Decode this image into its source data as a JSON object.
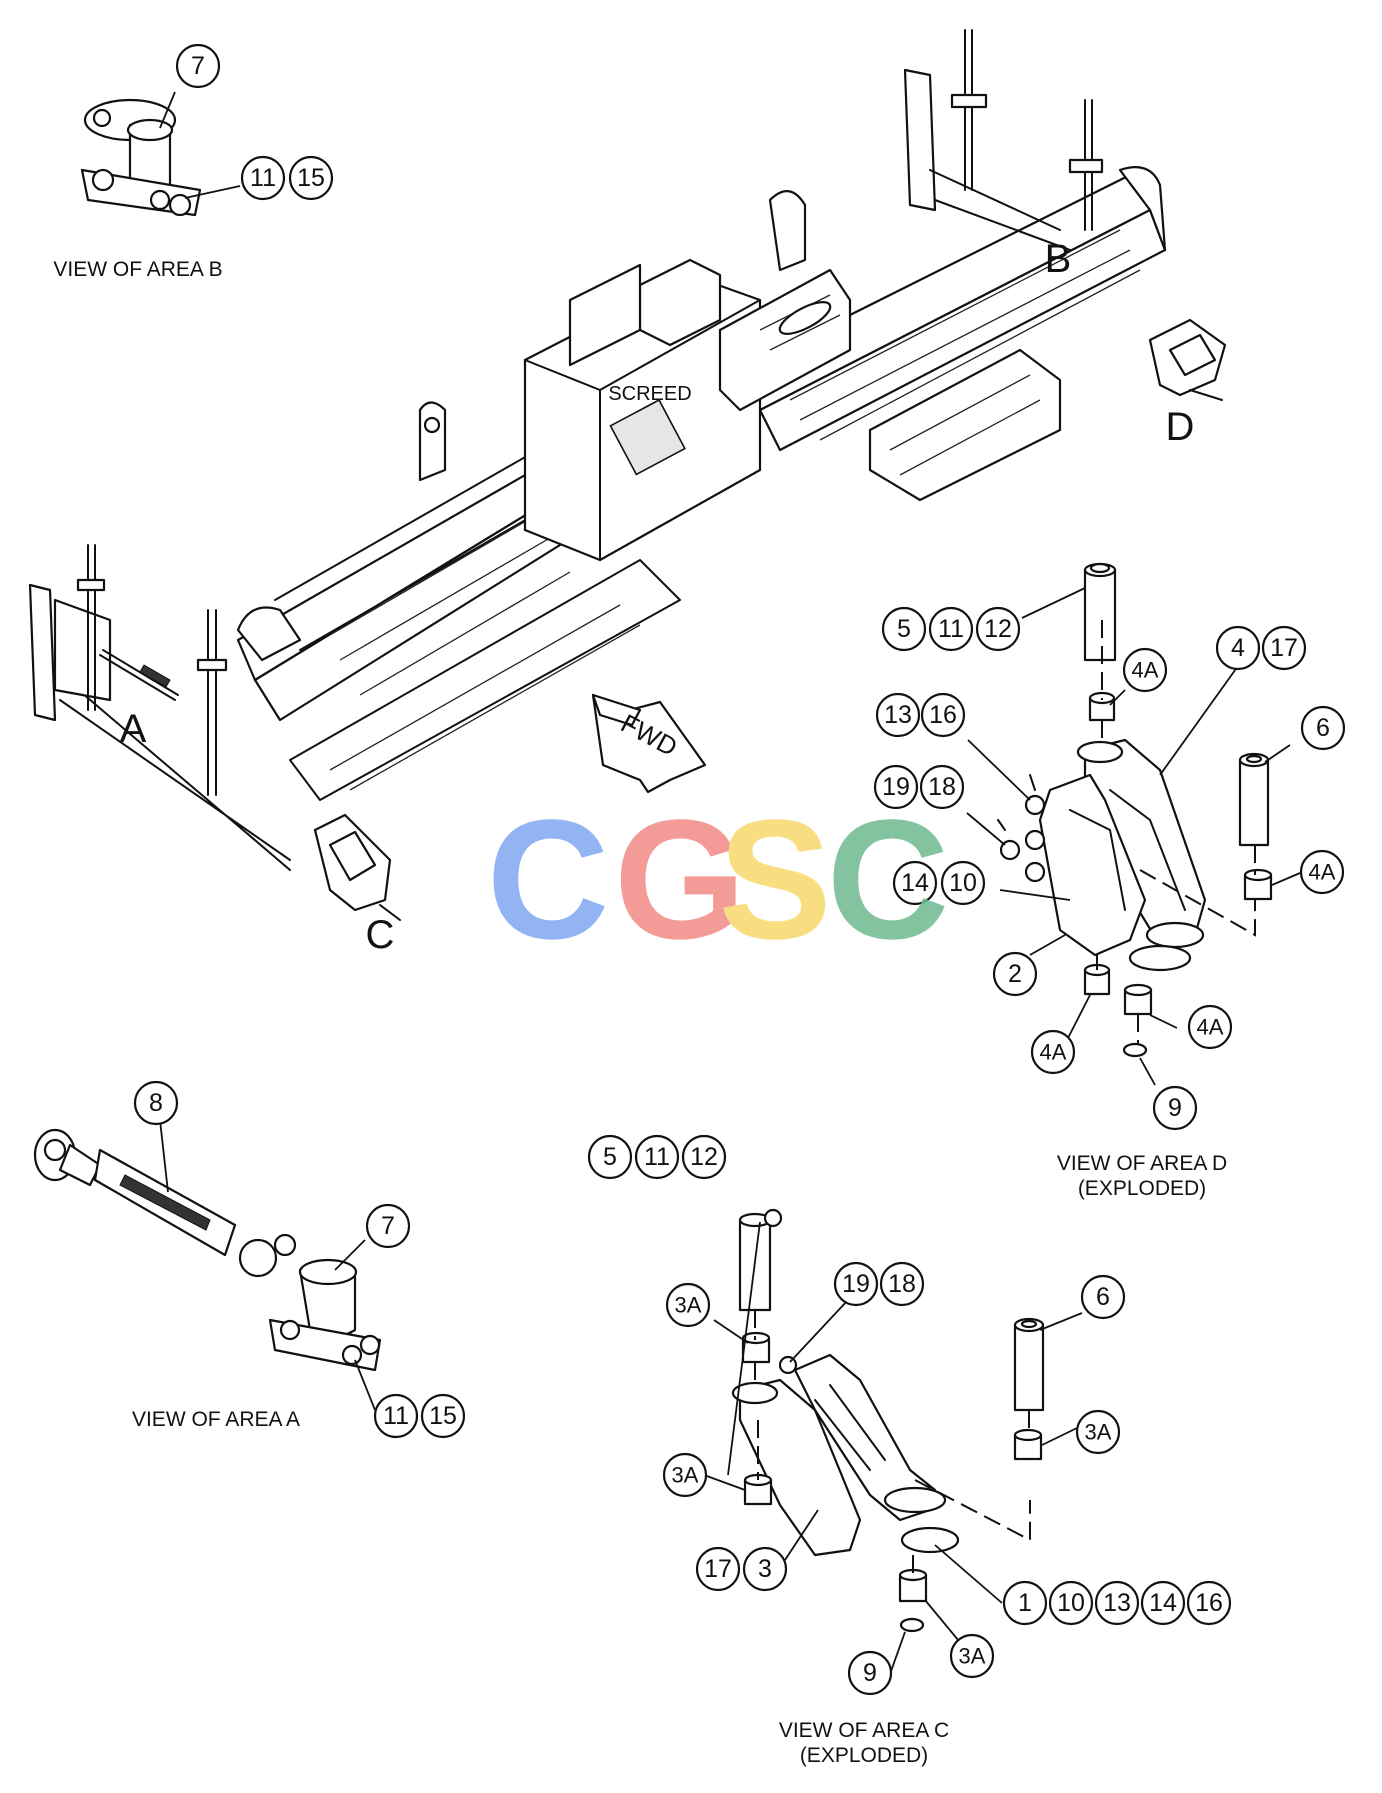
{
  "callouts": [
    {
      "label": "7"
    },
    {
      "label": "11"
    },
    {
      "label": "15"
    },
    {
      "label": "5"
    },
    {
      "label": "11"
    },
    {
      "label": "12"
    },
    {
      "label": "4A"
    },
    {
      "label": "4"
    },
    {
      "label": "17"
    },
    {
      "label": "13"
    },
    {
      "label": "16"
    },
    {
      "label": "6"
    },
    {
      "label": "19"
    },
    {
      "label": "18"
    },
    {
      "label": "14"
    },
    {
      "label": "10"
    },
    {
      "label": "4A"
    },
    {
      "label": "2"
    },
    {
      "label": "4A"
    },
    {
      "label": "4A"
    },
    {
      "label": "9"
    },
    {
      "label": "8"
    },
    {
      "label": "7"
    },
    {
      "label": "11"
    },
    {
      "label": "15"
    },
    {
      "label": "5"
    },
    {
      "label": "11"
    },
    {
      "label": "12"
    },
    {
      "label": "19"
    },
    {
      "label": "18"
    },
    {
      "label": "6"
    },
    {
      "label": "3A"
    },
    {
      "label": "3A"
    },
    {
      "label": "3A"
    },
    {
      "label": "17"
    },
    {
      "label": "3"
    },
    {
      "label": "1"
    },
    {
      "label": "10"
    },
    {
      "label": "13"
    },
    {
      "label": "14"
    },
    {
      "label": "16"
    },
    {
      "label": "9"
    },
    {
      "label": "3A"
    }
  ],
  "captions": {
    "view_b": "VIEW OF AREA B",
    "view_a": "VIEW OF AREA A",
    "view_d_1": "VIEW OF AREA D",
    "view_d_2": "(EXPLODED)",
    "view_c_1": "VIEW OF AREA C",
    "view_c_2": "(EXPLODED)"
  },
  "labels": {
    "screed": "SCREED",
    "fwd": "FWD",
    "area_a": "A",
    "area_b": "B",
    "area_c": "C",
    "area_d": "D"
  },
  "watermark": {
    "letters": [
      "C",
      "G",
      "S",
      "C"
    ],
    "colors": [
      "#7fa8f0",
      "#f08a86",
      "#f7d96a",
      "#6fb98f"
    ]
  }
}
